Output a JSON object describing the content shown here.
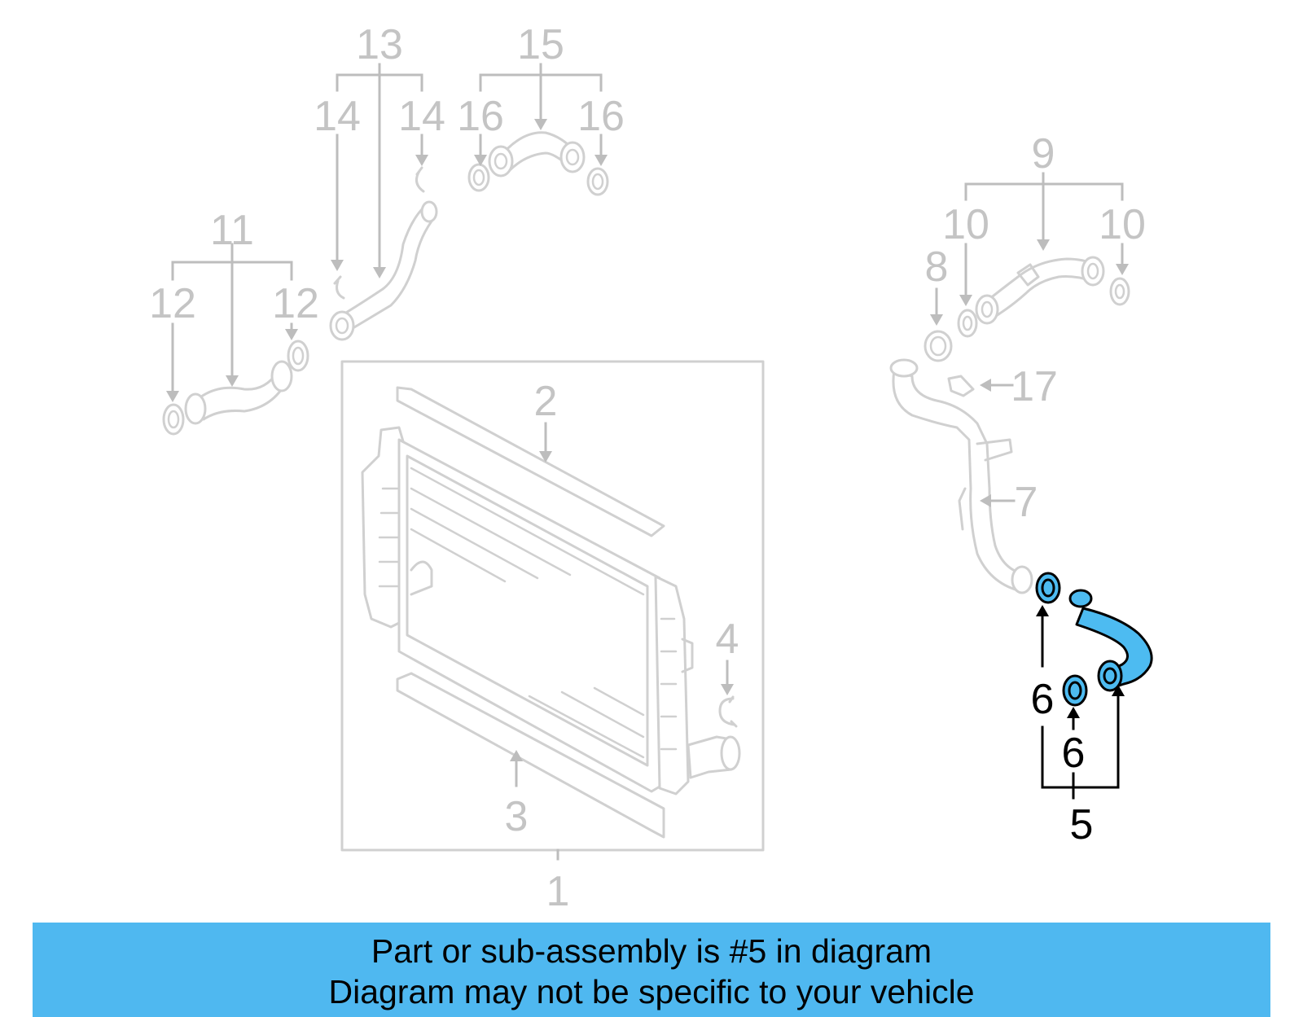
{
  "callouts": {
    "c1": "1",
    "c2": "2",
    "c3": "3",
    "c4": "4",
    "c5": "5",
    "c6a": "6",
    "c6b": "6",
    "c7": "7",
    "c8": "8",
    "c9": "9",
    "c10a": "10",
    "c10b": "10",
    "c11": "11",
    "c12a": "12",
    "c12b": "12",
    "c13": "13",
    "c14a": "14",
    "c14b": "14",
    "c15": "15",
    "c16a": "16",
    "c16b": "16",
    "c17": "17"
  },
  "banner": {
    "line1": "Part or sub-assembly is #5 in diagram",
    "line2": "Diagram may not be specific to your vehicle"
  },
  "colors": {
    "highlight": "#4dbbf1",
    "banner": "#4fb8f0",
    "dimmed": "#c4c4c4",
    "active": "#000000"
  }
}
